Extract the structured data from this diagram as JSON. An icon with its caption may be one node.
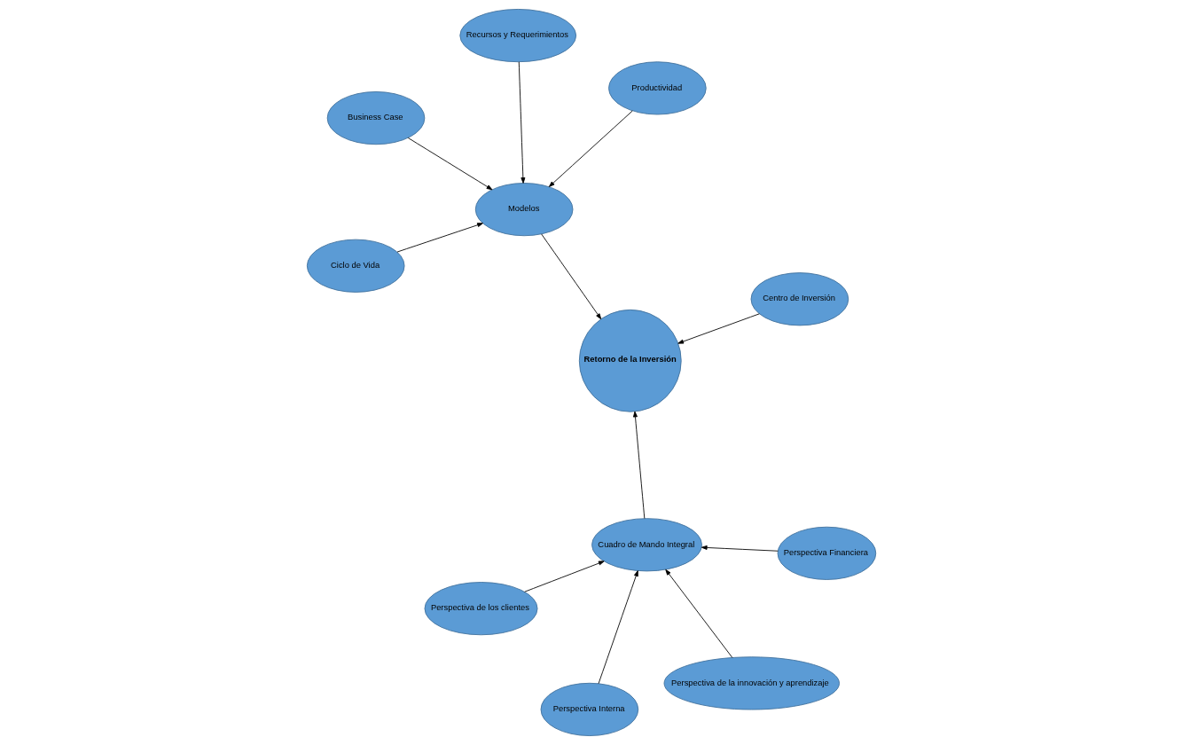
{
  "diagram": {
    "nodes": [
      {
        "text": [
          "Perspectiva de los clientes"
        ]
      },
      {
        "text": [
          "Perspectiva Financiera"
        ]
      },
      {
        "text": [
          "Cuadro de Mando Integral"
        ]
      },
      {
        "text": [
          "Centro de Inversión"
        ]
      },
      {
        "text": [
          "Retorno de la Inversión"
        ]
      },
      {
        "text": [
          "Recursos y Requerimientos"
        ]
      },
      {
        "text": [
          "Perspectiva Interna"
        ]
      },
      {
        "text": [
          "Modelos"
        ]
      },
      {
        "text": [
          "Ciclo de Vida"
        ]
      },
      {
        "text": [
          "Perspectiva de la innovación y aprendizaje"
        ]
      },
      {
        "text": [
          "Productividad"
        ]
      },
      {
        "text": [
          "Business Case"
        ]
      }
    ],
    "edges": [
      {
        "from": 0,
        "to": 2,
        "arrow": "to"
      },
      {
        "from": 1,
        "to": 2,
        "arrow": "to"
      },
      {
        "from": 6,
        "to": 2,
        "arrow": "to"
      },
      {
        "from": 9,
        "to": 2,
        "arrow": "to"
      },
      {
        "from": 2,
        "to": 4,
        "arrow": "to"
      },
      {
        "from": 3,
        "to": 4,
        "arrow": "to"
      },
      {
        "from": 7,
        "to": 4,
        "arrow": "to"
      },
      {
        "from": 5,
        "to": 7,
        "arrow": "to"
      },
      {
        "from": 8,
        "to": 7,
        "arrow": "to"
      },
      {
        "from": 10,
        "to": 7,
        "arrow": "to"
      },
      {
        "from": 11,
        "to": 7,
        "arrow": "to"
      }
    ]
  }
}
